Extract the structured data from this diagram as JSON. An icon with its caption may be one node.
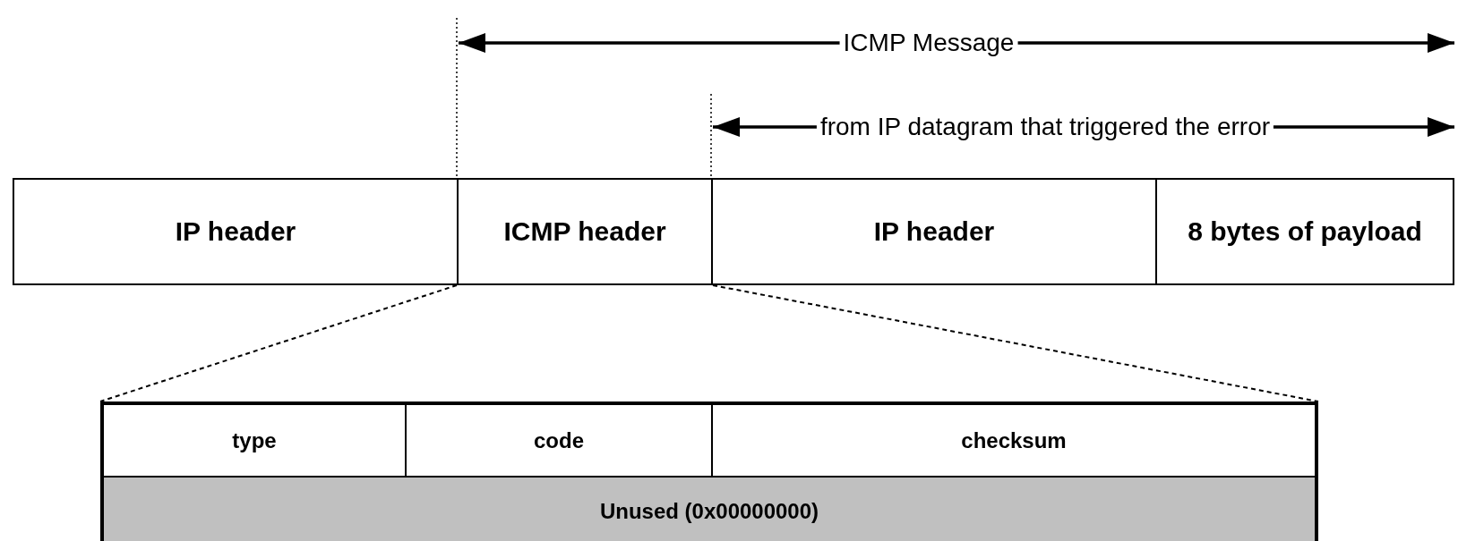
{
  "diagram": {
    "nodes": [
      {
        "text": [
          "IP header"
        ]
      },
      {
        "text": [
          "ICMP header"
        ]
      },
      {
        "text": [
          "IP header"
        ]
      },
      {
        "text": [
          "8 bytes of payload"
        ]
      },
      {
        "text": [],
        "shape": "box"
      },
      {
        "text": [
          "type"
        ],
        "in": 4
      },
      {
        "text": [
          "code"
        ],
        "in": 4
      },
      {
        "text": [
          "checksum"
        ],
        "in": 4
      },
      {
        "text": [
          "Unused (0x00000000)"
        ],
        "in": 4
      }
    ],
    "edges": [
      {
        "from": 1,
        "to": 4,
        "arrow": "none",
        "style": "dashed"
      },
      {
        "from": 1,
        "to": 4,
        "arrow": "none",
        "style": "dashed"
      }
    ],
    "labels": [
      "ICMP Message",
      "from IP datagram that triggered the error"
    ]
  }
}
